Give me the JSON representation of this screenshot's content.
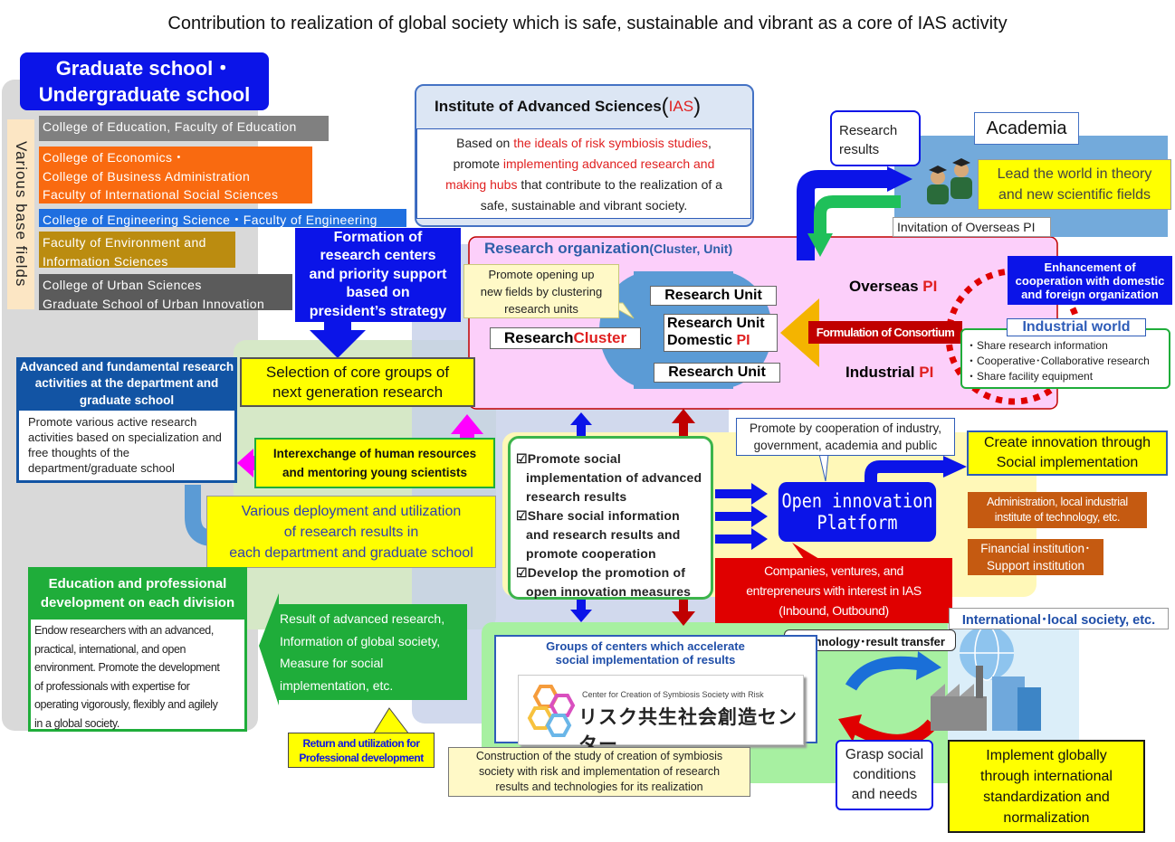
{
  "title": "Contribution to realization of global society which is safe, sustainable and vibrant as a core of IAS activity",
  "graduate": {
    "heading": [
      "Graduate school・",
      "Undergraduate school"
    ],
    "base_fields": "Various base fields",
    "colleges": [
      {
        "lines": [
          "College of Education, Faculty of Education"
        ],
        "color": "#808080"
      },
      {
        "lines": [
          "College of Economics・",
          "College of  Business Administration",
          "Faculty of International Social Sciences"
        ],
        "color": "#f96a10"
      },
      {
        "lines": [
          "College of Engineering Science・Faculty of Engineering"
        ],
        "color": "#1f6fe0"
      },
      {
        "lines": [
          "Faculty of Environment and",
          "Information Sciences"
        ],
        "color": "#bb8c10"
      },
      {
        "lines": [
          "College of Urban Sciences",
          "Graduate School of Urban Innovation"
        ],
        "color": "#5b5b5b"
      }
    ]
  },
  "ias": {
    "title_main": "Institute of Advanced Sciences",
    "title_paren_open": "(",
    "title_abbr": "IAS",
    "title_paren_close": ")",
    "d1": "Based on ",
    "d2": "the ideals of risk symbiosis studies",
    "d3": ",",
    "d4": "promote ",
    "d5": "implementing advanced research and",
    "d6": "making hubs",
    "d7": " that contribute to the realization of  a",
    "d8": "safe, sustainable and vibrant society."
  },
  "formation": [
    "Formation of",
    "research centers",
    "and priority support",
    "based on",
    "president’s strategy"
  ],
  "research_org": {
    "title": "Research organization",
    "suffix": "(Cluster, Unit)"
  },
  "promote_opening": [
    "Promote opening up",
    "new fields by clustering",
    "research units"
  ],
  "units": {
    "unit_top": "Research Unit",
    "unit_mid_1": "Research Unit",
    "unit_mid_2": "Domestic ",
    "unit_mid_pi": "PI",
    "cluster_a": "Research ",
    "cluster_b": "Cluster",
    "unit_bottom": "Research Unit"
  },
  "overseas": {
    "label": "Overseas ",
    "pi": "PI"
  },
  "industrial_pi": {
    "label": "Industrial ",
    "pi": "PI"
  },
  "consortium": "Formulation of Consortium",
  "enhancement": [
    "Enhancement  of",
    "cooperation with domestic",
    "and foreign organization"
  ],
  "industrial_world": {
    "title": "Industrial world",
    "items": [
      "・Share research information",
      "・Cooperative･Collaborative research",
      "・Share facility equipment"
    ]
  },
  "academia": {
    "research_results": [
      "Research",
      "results"
    ],
    "title": "Academia",
    "lead": [
      "Lead the world in theory",
      "and new scientific fields"
    ],
    "invitation": "Invitation of Overseas PI"
  },
  "advanced": {
    "title": [
      "Advanced and fundamental research",
      "activities at the department and",
      "graduate school"
    ],
    "body": [
      "Promote various active research",
      "activities based on specialization and",
      "free thoughts of the",
      "department/graduate school"
    ]
  },
  "selection": [
    "Selection of core groups of",
    "next generation research"
  ],
  "interexchange": [
    "Interexchange of human resources",
    "and mentoring young scientists"
  ],
  "deployment": [
    "Various deployment and utilization",
    "of research results in",
    "each department and graduate school"
  ],
  "promote_social": [
    "☑Promote social",
    "implementation of advanced",
    "research results",
    "☑Share social information",
    "and research results and",
    "promote cooperation",
    "☑Develop the promotion of",
    "open innovation measures"
  ],
  "cooperation": [
    "Promote by cooperation of industry,",
    "government, academia and public"
  ],
  "create_innovation": [
    "Create innovation through",
    "Social implementation"
  ],
  "open_innovation": [
    "Open innovation",
    "Platform"
  ],
  "administration": [
    "Administration, local industrial",
    "institute of technology, etc."
  ],
  "financial": [
    "Financial institution･",
    "Support institution"
  ],
  "companies": [
    "Companies, ventures, and",
    "entrepreneurs with interest in IAS",
    "(Inbound, Outbound)"
  ],
  "international": "International･local society, etc.",
  "tech_transfer": "Technology･result transfer",
  "education": {
    "title": [
      "Education  and professional",
      "development on each division"
    ],
    "body": [
      "Endow researchers with an advanced,",
      "practical, international, and  open",
      "environment. Promote the development",
      "of professionals with expertise for",
      "operating   vigorously, flexibly and agilely",
      "in a global society."
    ]
  },
  "result_arrow": [
    "Result of advanced research,",
    "Information of global society,",
    "Measure for social",
    "implementation, etc."
  ],
  "return_label": [
    "Return and utilization for",
    "Professional development"
  ],
  "groups": [
    "Groups of centers which accelerate",
    "social implementation  of results"
  ],
  "center": {
    "english": "Center for Creation of Symbiosis Society  with Risk",
    "japanese": "リスク共生社会創造センター"
  },
  "construction": [
    "Construction of the study of creation of symbiosis",
    "society with risk and implementation of research",
    "results and technologies for its realization"
  ],
  "grasp": [
    "Grasp social",
    "conditions",
    "and needs"
  ],
  "implement": [
    "Implement globally",
    "through international",
    "standardization and",
    "normalization"
  ]
}
